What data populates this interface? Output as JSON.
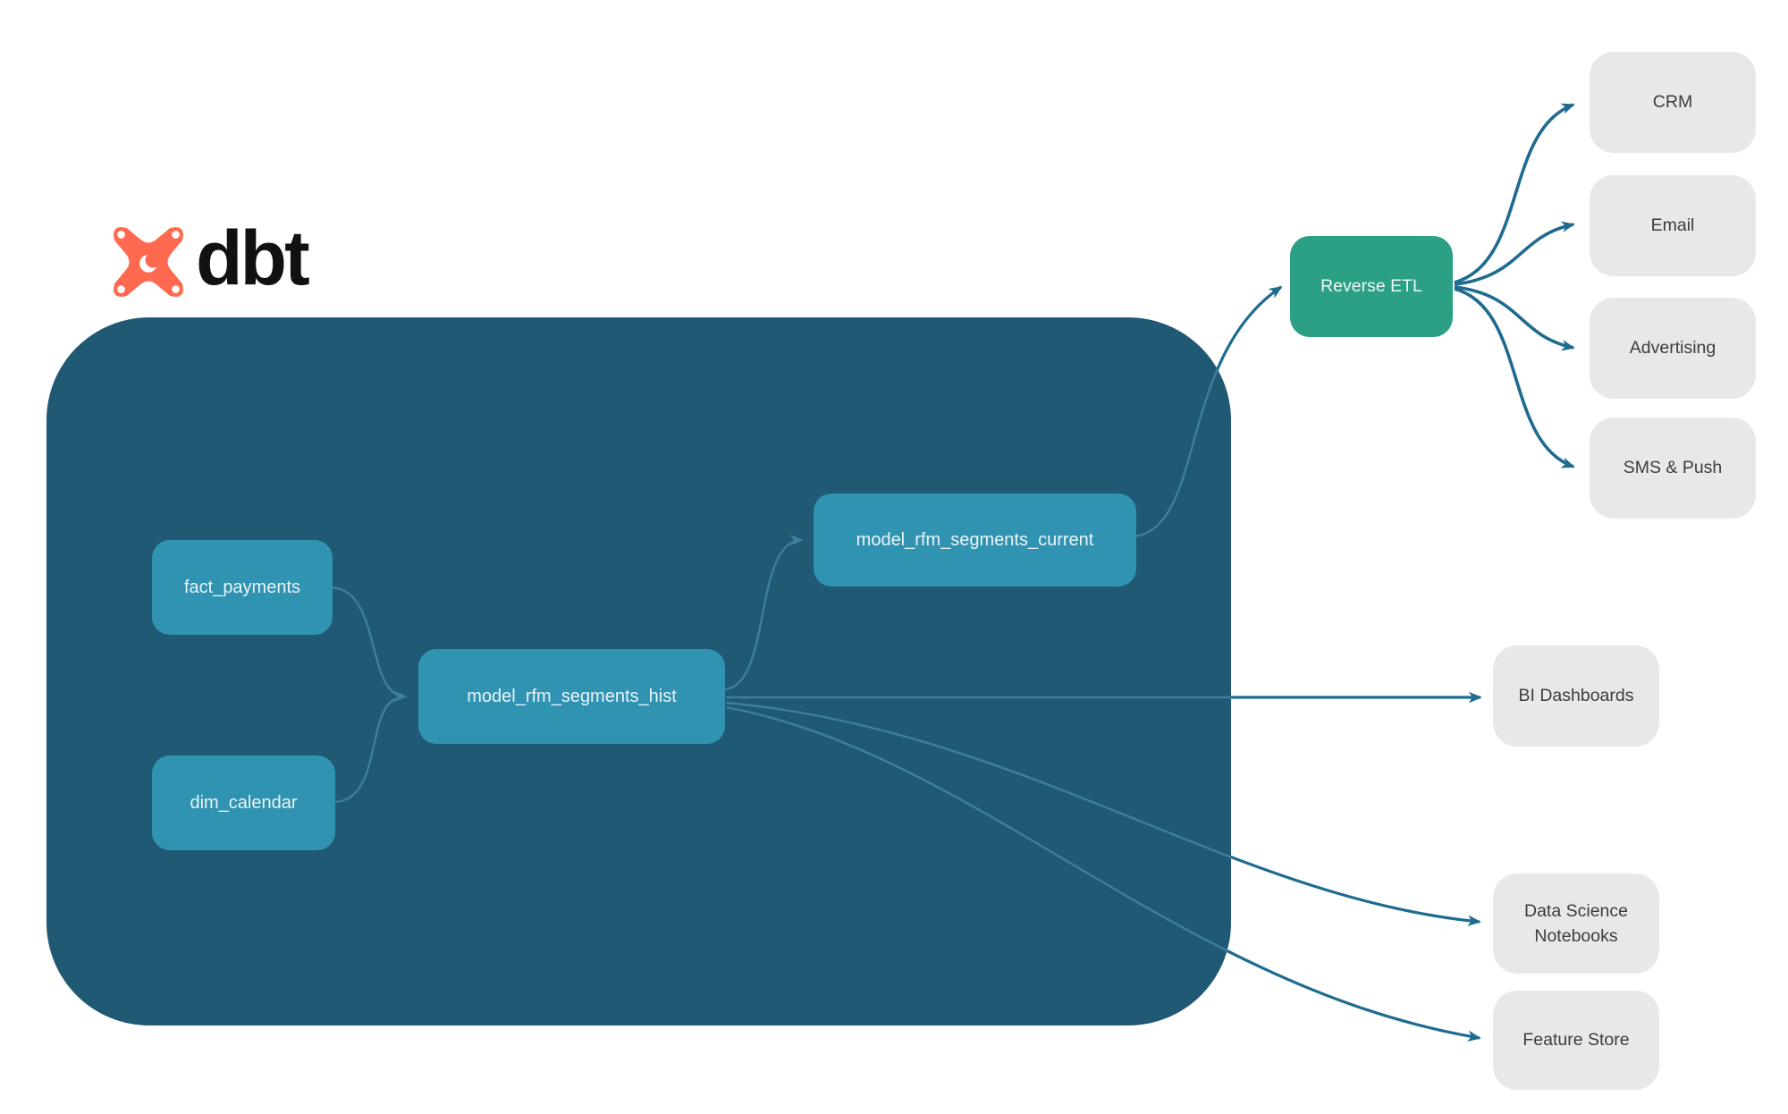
{
  "logo": {
    "text": "dbt",
    "icon": "dbt-star-icon"
  },
  "colors": {
    "page_bg": "#ffffff",
    "warehouse_container": "#205974",
    "model_node": "#3093b1",
    "model_node_text": "#e9f4f8",
    "reverse_etl_node": "#2ca084",
    "destination_node": "#e8e8e8",
    "destination_text": "#3d3d3d",
    "arrow_outside": "#1e6b8f",
    "arrow_inside": "#3c7f9d",
    "logo_orange": "#ff694f"
  },
  "nodes": {
    "fact_payments": {
      "label": "fact_payments"
    },
    "dim_calendar": {
      "label": "dim_calendar"
    },
    "hist": {
      "label": "model_rfm_segments_hist"
    },
    "current": {
      "label": "model_rfm_segments_current"
    },
    "reverse_etl": {
      "label": "Reverse ETL"
    },
    "crm": {
      "label": "CRM"
    },
    "email": {
      "label": "Email"
    },
    "advertising": {
      "label": "Advertising"
    },
    "sms_push": {
      "label": "SMS & Push"
    },
    "bi_dashboards": {
      "label": "BI Dashboards"
    },
    "ds_notebooks": {
      "label": "Data Science Notebooks"
    },
    "feature_store": {
      "label": "Feature Store"
    }
  },
  "edges": [
    {
      "from": "fact_payments",
      "to": "model_rfm_segments_hist"
    },
    {
      "from": "dim_calendar",
      "to": "model_rfm_segments_hist"
    },
    {
      "from": "model_rfm_segments_hist",
      "to": "model_rfm_segments_current"
    },
    {
      "from": "model_rfm_segments_current",
      "to": "Reverse ETL"
    },
    {
      "from": "Reverse ETL",
      "to": "CRM"
    },
    {
      "from": "Reverse ETL",
      "to": "Email"
    },
    {
      "from": "Reverse ETL",
      "to": "Advertising"
    },
    {
      "from": "Reverse ETL",
      "to": "SMS & Push"
    },
    {
      "from": "model_rfm_segments_hist",
      "to": "BI Dashboards"
    },
    {
      "from": "model_rfm_segments_hist",
      "to": "Data Science Notebooks"
    },
    {
      "from": "model_rfm_segments_hist",
      "to": "Feature Store"
    }
  ]
}
